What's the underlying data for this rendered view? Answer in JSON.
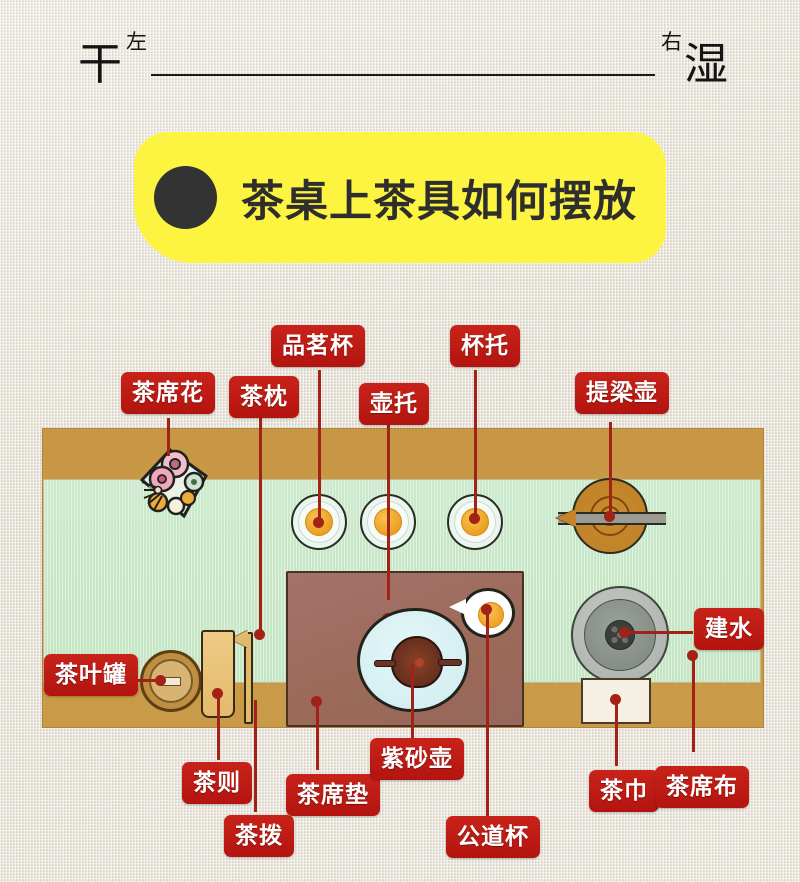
{
  "header": {
    "left_big": "干",
    "left_small": "左",
    "right_small": "右",
    "right_big": "湿"
  },
  "banner": {
    "title": "茶桌上茶具如何摆放",
    "background_color": "#fdf442",
    "dot_color": "#333333",
    "text_color": "#2e2e2e"
  },
  "colors": {
    "label_red": "#c01a14",
    "lead_line": "#a32217",
    "table_wood": "#c99a44",
    "tea_mat_green": "#cdeccd",
    "tray_brown": "#9d6b5d",
    "paper_background": "#e8e3d9"
  },
  "labels": [
    {
      "id": "cha-xi-hua",
      "text": "茶席花"
    },
    {
      "id": "cha-zhen",
      "text": "茶枕"
    },
    {
      "id": "pin-ming-bei",
      "text": "品茗杯"
    },
    {
      "id": "hu-tuo",
      "text": "壶托"
    },
    {
      "id": "bei-tuo",
      "text": "杯托"
    },
    {
      "id": "ti-liang-hu",
      "text": "提梁壶"
    },
    {
      "id": "jian-shui",
      "text": "建水"
    },
    {
      "id": "cha-ye-guan",
      "text": "茶叶罐"
    },
    {
      "id": "cha-ze",
      "text": "茶则"
    },
    {
      "id": "cha-bo",
      "text": "茶拨"
    },
    {
      "id": "cha-xi-dian",
      "text": "茶席垫"
    },
    {
      "id": "zi-sha-hu",
      "text": "紫砂壶"
    },
    {
      "id": "gong-dao-bei",
      "text": "公道杯"
    },
    {
      "id": "cha-jin",
      "text": "茶巾"
    },
    {
      "id": "cha-xi-bu",
      "text": "茶席布"
    }
  ]
}
